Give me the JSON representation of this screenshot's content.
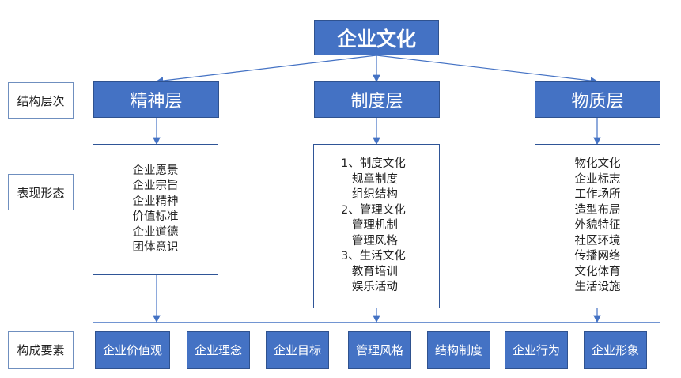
{
  "title": "企业文化",
  "row_labels": {
    "structure": "结构层次",
    "form": "表现形态",
    "elements": "构成要素"
  },
  "layers": [
    {
      "label": "精神层",
      "items": [
        "企业愿景",
        "企业宗旨",
        "企业精神",
        "价值标准",
        "企业道德",
        "团体意识"
      ]
    },
    {
      "label": "制度层",
      "items": [
        "1、制度文化",
        "   规章制度",
        "   组织结构",
        "2、管理文化",
        "   管理机制",
        "   管理风格",
        "3、生活文化",
        "   教育培训",
        "   娱乐活动"
      ]
    },
    {
      "label": "物质层",
      "items": [
        "物化文化",
        "企业标志",
        "工作场所",
        "造型布局",
        "外貌特征",
        "社区环境",
        "传播网络",
        "文化体育",
        "生活设施"
      ]
    }
  ],
  "elements": [
    "企业价值观",
    "企业理念",
    "企业目标",
    "管理风格",
    "结构制度",
    "企业行为",
    "企业形象"
  ]
}
